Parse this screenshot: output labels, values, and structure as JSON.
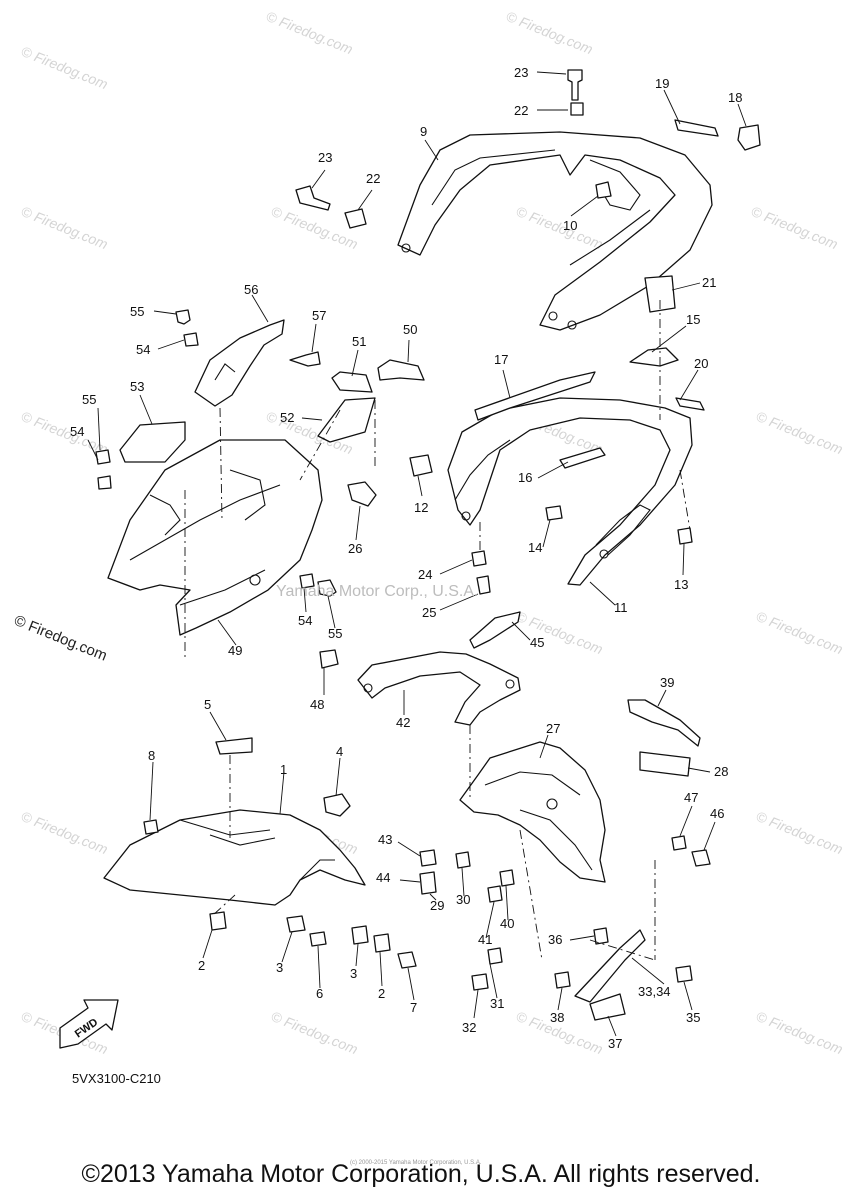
{
  "watermark": "© Firedog.com",
  "side_watermark": "© Firedog.com",
  "center_watermark": "Yamaha Motor Corp., U.S.A.",
  "diagram_code": "5VX3100-C210",
  "fwd_label": "FWD",
  "footer": {
    "copyright": "©2013 Yamaha Motor Corporation, U.S.A. All rights reserved.",
    "small": "(c) 2000-2015 Yamaha Motor Corporation, U.S.A."
  },
  "callouts": [
    {
      "id": "c23a",
      "text": "23"
    },
    {
      "id": "c22a",
      "text": "22"
    },
    {
      "id": "c19",
      "text": "19"
    },
    {
      "id": "c18",
      "text": "18"
    },
    {
      "id": "c9",
      "text": "9"
    },
    {
      "id": "c23b",
      "text": "23"
    },
    {
      "id": "c22b",
      "text": "22"
    },
    {
      "id": "c10",
      "text": "10"
    },
    {
      "id": "c21",
      "text": "21"
    },
    {
      "id": "c56",
      "text": "56"
    },
    {
      "id": "c55a",
      "text": "55"
    },
    {
      "id": "c57",
      "text": "57"
    },
    {
      "id": "c54a",
      "text": "54"
    },
    {
      "id": "c51",
      "text": "51"
    },
    {
      "id": "c50",
      "text": "50"
    },
    {
      "id": "c15",
      "text": "15"
    },
    {
      "id": "c53",
      "text": "53"
    },
    {
      "id": "c17",
      "text": "17"
    },
    {
      "id": "c20",
      "text": "20"
    },
    {
      "id": "c55b",
      "text": "55"
    },
    {
      "id": "c52",
      "text": "52"
    },
    {
      "id": "c54b",
      "text": "54"
    },
    {
      "id": "c16",
      "text": "16"
    },
    {
      "id": "c12",
      "text": "12"
    },
    {
      "id": "c14",
      "text": "14"
    },
    {
      "id": "c26",
      "text": "26"
    },
    {
      "id": "c24",
      "text": "24"
    },
    {
      "id": "c13",
      "text": "13"
    },
    {
      "id": "c25",
      "text": "25"
    },
    {
      "id": "c11",
      "text": "11"
    },
    {
      "id": "c54c",
      "text": "54"
    },
    {
      "id": "c55c",
      "text": "55"
    },
    {
      "id": "c45",
      "text": "45"
    },
    {
      "id": "c49",
      "text": "49"
    },
    {
      "id": "c48",
      "text": "48"
    },
    {
      "id": "c42",
      "text": "42"
    },
    {
      "id": "c39",
      "text": "39"
    },
    {
      "id": "c5",
      "text": "5"
    },
    {
      "id": "c27",
      "text": "27"
    },
    {
      "id": "c4",
      "text": "4"
    },
    {
      "id": "c8",
      "text": "8"
    },
    {
      "id": "c1",
      "text": "1"
    },
    {
      "id": "c28",
      "text": "28"
    },
    {
      "id": "c47",
      "text": "47"
    },
    {
      "id": "c46",
      "text": "46"
    },
    {
      "id": "c43",
      "text": "43"
    },
    {
      "id": "c44",
      "text": "44"
    },
    {
      "id": "c29",
      "text": "29"
    },
    {
      "id": "c30",
      "text": "30"
    },
    {
      "id": "c40",
      "text": "40"
    },
    {
      "id": "c41",
      "text": "41"
    },
    {
      "id": "c36",
      "text": "36"
    },
    {
      "id": "c2a",
      "text": "2"
    },
    {
      "id": "c3a",
      "text": "3"
    },
    {
      "id": "c6",
      "text": "6"
    },
    {
      "id": "c3b",
      "text": "3"
    },
    {
      "id": "c2b",
      "text": "2"
    },
    {
      "id": "c7",
      "text": "7"
    },
    {
      "id": "c31",
      "text": "31"
    },
    {
      "id": "c33",
      "text": "33,34"
    },
    {
      "id": "c32",
      "text": "32"
    },
    {
      "id": "c38",
      "text": "38"
    },
    {
      "id": "c35",
      "text": "35"
    },
    {
      "id": "c37",
      "text": "37"
    }
  ]
}
